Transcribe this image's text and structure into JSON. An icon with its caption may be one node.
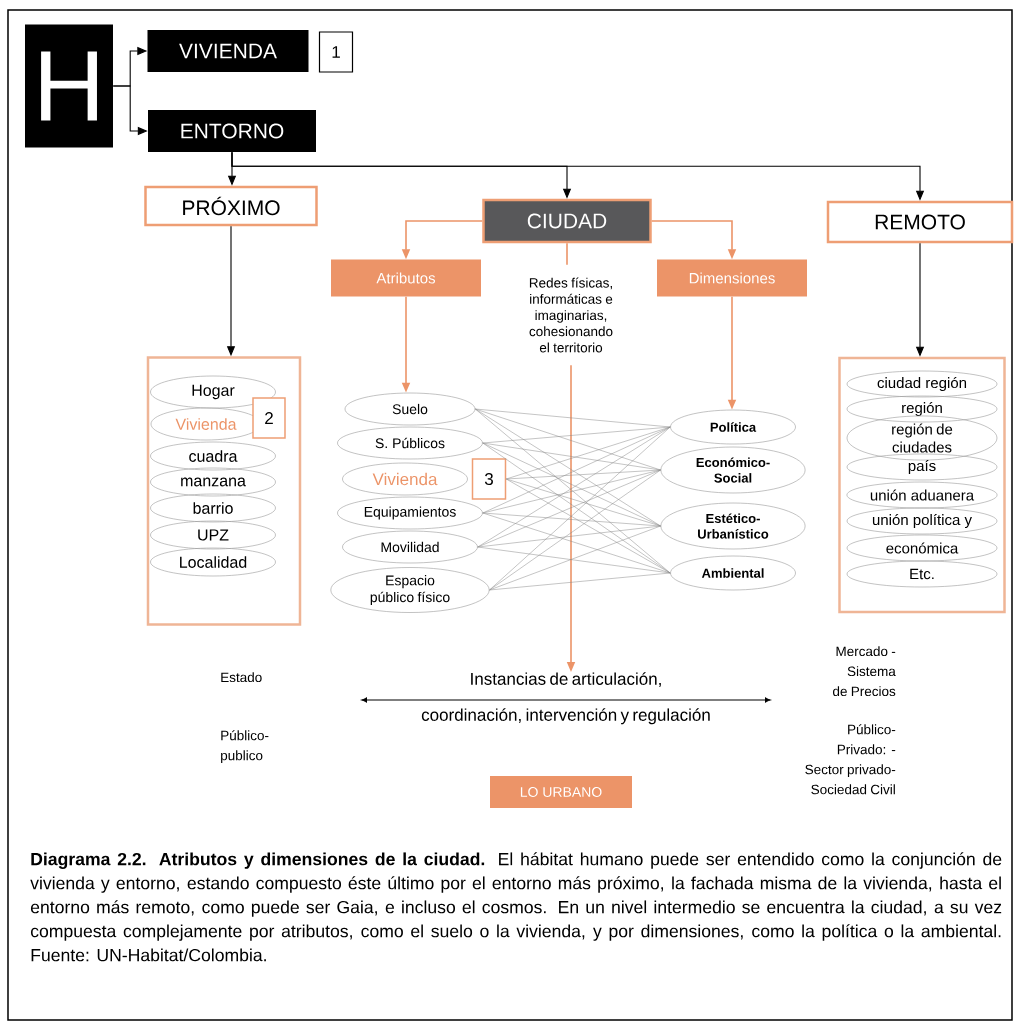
{
  "diagram": {
    "caption": "**Diagrama 2.2. Atributos y dimensiones de la ciudad.** El hábitat humano puede ser entendido como la conjunción de vivienda y entorno, estando compuesto éste último por el entorno más próximo, la fachada misma de la vivienda, hasta el entorno más remoto, como puede ser Gaia, e incluso el cosmos. En un nivel intermedio se encuentra la ciudad, a su vez compuesta complejamente por atributos, como el suelo o la vivienda, y por dimensiones, como la política o la ambiental. Fuente: UN-Habitat/Colombia.",
    "nodes": [
      {
        "text": [
          "H"
        ]
      },
      {
        "text": [
          "VIVIENDA"
        ]
      },
      {
        "text": [
          "1"
        ]
      },
      {
        "text": [
          "ENTORNO"
        ]
      },
      {
        "text": [
          "PRÓXIMO"
        ]
      },
      {
        "text": [
          "CIUDAD"
        ]
      },
      {
        "text": [
          "REMOTO"
        ]
      },
      {
        "text": [
          "Atributos"
        ]
      },
      {
        "text": [
          "Redes físicas, informáticas e imaginarias, cohesionando el territorio"
        ]
      },
      {
        "text": [
          "Dimensiones"
        ]
      },
      {
        "text": [],
        "shape": "box"
      },
      {
        "text": [
          "Hogar"
        ],
        "in": 10
      },
      {
        "text": [
          "Vivienda"
        ],
        "in": 10
      },
      {
        "text": [
          "2"
        ],
        "in": 10
      },
      {
        "text": [
          "cuadra"
        ],
        "in": 10
      },
      {
        "text": [
          "manzana"
        ],
        "in": 10
      },
      {
        "text": [
          "barrio"
        ],
        "in": 10
      },
      {
        "text": [
          "UPZ"
        ],
        "in": 10
      },
      {
        "text": [
          "Localidad"
        ],
        "in": 10
      },
      {
        "text": [
          "Suelo"
        ]
      },
      {
        "text": [
          "S. Públicos"
        ]
      },
      {
        "text": [
          "Vivienda"
        ]
      },
      {
        "text": [
          "3"
        ]
      },
      {
        "text": [
          "Equipamientos"
        ]
      },
      {
        "text": [
          "Movilidad"
        ]
      },
      {
        "text": [
          "Espacio público físico"
        ]
      },
      {
        "text": [
          "Política"
        ]
      },
      {
        "text": [
          "Económico-Social"
        ]
      },
      {
        "text": [
          "Estético-Urbanístico"
        ]
      },
      {
        "text": [
          "Ambiental"
        ]
      },
      {
        "text": [],
        "shape": "box"
      },
      {
        "text": [
          "ciudad región"
        ],
        "in": 30
      },
      {
        "text": [
          "región"
        ],
        "in": 30
      },
      {
        "text": [
          "región de ciudades"
        ],
        "in": 30
      },
      {
        "text": [
          "país"
        ],
        "in": 30
      },
      {
        "text": [
          "unión aduanera"
        ],
        "in": 30
      },
      {
        "text": [
          "unión política y"
        ],
        "in": 30
      },
      {
        "text": [
          "económica"
        ],
        "in": 30
      },
      {
        "text": [
          "Etc."
        ],
        "in": 30
      },
      {
        "text": [
          "Instancias de articulación, coordinación, intervención y regulación"
        ]
      },
      {
        "text": [
          "LO URBANO"
        ]
      }
    ],
    "edges": [
      {
        "from": 0,
        "to": 1,
        "arrow": "to",
        "color": "#000000"
      },
      {
        "from": 0,
        "to": 3,
        "arrow": "to",
        "color": "#000000"
      },
      {
        "from": 3,
        "to": 4,
        "arrow": "to",
        "color": "#000000"
      },
      {
        "from": 3,
        "to": 5,
        "arrow": "to",
        "color": "#000000"
      },
      {
        "from": 3,
        "to": 6,
        "arrow": "to",
        "color": "#000000"
      },
      {
        "from": 4,
        "to": 10,
        "arrow": "to",
        "color": "#000000"
      },
      {
        "from": 6,
        "to": 30,
        "arrow": "to",
        "color": "#000000"
      },
      {
        "from": 5,
        "to": 7,
        "arrow": "to",
        "color": "#ec9468"
      },
      {
        "from": 5,
        "to": 9,
        "arrow": "to",
        "color": "#ec9468"
      },
      {
        "from": 5,
        "to": 8,
        "arrow": "none",
        "color": "#ec9468"
      },
      {
        "from": 8,
        "to": 39,
        "arrow": "to",
        "color": "#ec9468"
      },
      {
        "from": 7,
        "to": 19,
        "arrow": "to",
        "color": "#ec9468"
      },
      {
        "from": 9,
        "to": 26,
        "arrow": "to",
        "color": "#ec9468"
      },
      {
        "from": 19,
        "to": 26,
        "arrow": "none"
      },
      {
        "from": 19,
        "to": 27,
        "arrow": "none"
      },
      {
        "from": 19,
        "to": 28,
        "arrow": "none"
      },
      {
        "from": 19,
        "to": 29,
        "arrow": "none"
      },
      {
        "from": 20,
        "to": 26,
        "arrow": "none"
      },
      {
        "from": 20,
        "to": 27,
        "arrow": "none"
      },
      {
        "from": 20,
        "to": 28,
        "arrow": "none"
      },
      {
        "from": 20,
        "to": 29,
        "arrow": "none"
      },
      {
        "from": 22,
        "to": 26,
        "arrow": "none"
      },
      {
        "from": 22,
        "to": 27,
        "arrow": "none"
      },
      {
        "from": 22,
        "to": 28,
        "arrow": "none"
      },
      {
        "from": 22,
        "to": 29,
        "arrow": "none"
      },
      {
        "from": 23,
        "to": 26,
        "arrow": "none"
      },
      {
        "from": 23,
        "to": 27,
        "arrow": "none"
      },
      {
        "from": 23,
        "to": 28,
        "arrow": "none"
      },
      {
        "from": 23,
        "to": 29,
        "arrow": "none"
      },
      {
        "from": 24,
        "to": 26,
        "arrow": "none"
      },
      {
        "from": 24,
        "to": 27,
        "arrow": "none"
      },
      {
        "from": 24,
        "to": 28,
        "arrow": "none"
      },
      {
        "from": 24,
        "to": 29,
        "arrow": "none"
      },
      {
        "from": 25,
        "to": 26,
        "arrow": "none"
      },
      {
        "from": 25,
        "to": 27,
        "arrow": "none"
      },
      {
        "from": 25,
        "to": 28,
        "arrow": "none"
      },
      {
        "from": 25,
        "to": 29,
        "arrow": "none"
      }
    ],
    "labels": [
      "Estado",
      "Público- publico",
      "Mercado -Sistema de Precios",
      "Público- Privado: - Sector privado- Sociedad Civil"
    ]
  }
}
